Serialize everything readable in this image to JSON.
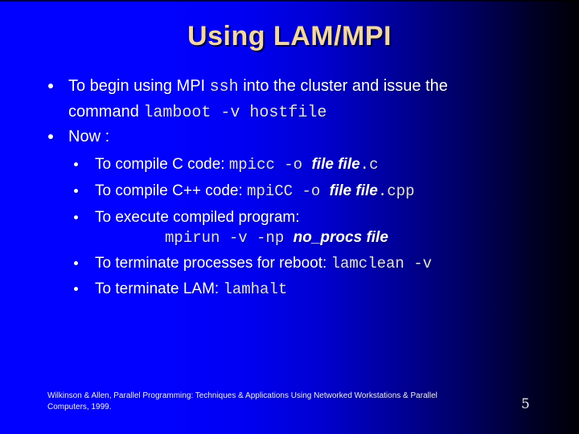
{
  "slide": {
    "title": "Using LAM/MPI",
    "bullets": [
      {
        "level": 1,
        "segments": [
          {
            "t": "To begin using MPI ",
            "style": "text"
          },
          {
            "t": "ssh",
            "style": "mono"
          },
          {
            "t": " into the cluster and issue the command ",
            "style": "text"
          },
          {
            "t": "lamboot -v hostfile",
            "style": "mono"
          }
        ]
      },
      {
        "level": 1,
        "segments": [
          {
            "t": "Now :",
            "style": "text"
          }
        ]
      },
      {
        "level": 2,
        "segments": [
          {
            "t": "To compile C code: ",
            "style": "text"
          },
          {
            "t": "mpicc -o ",
            "style": "mono"
          },
          {
            "t": "file file",
            "style": "file"
          },
          {
            "t": ".c",
            "style": "mono"
          }
        ]
      },
      {
        "level": 2,
        "segments": [
          {
            "t": "To compile C++ code: ",
            "style": "text"
          },
          {
            "t": "mpiCC -o ",
            "style": "mono"
          },
          {
            "t": "file file",
            "style": "file"
          },
          {
            "t": ".cpp",
            "style": "mono"
          }
        ]
      },
      {
        "level": 2,
        "segments": [
          {
            "t": "To execute compiled program:",
            "style": "text"
          }
        ]
      },
      {
        "level": 2,
        "segments": [
          {
            "t": "To terminate processes for reboot: ",
            "style": "text"
          },
          {
            "t": "lamclean -v",
            "style": "mono"
          }
        ]
      },
      {
        "level": 2,
        "segments": [
          {
            "t": "To terminate LAM: ",
            "style": "text"
          },
          {
            "t": "lamhalt",
            "style": "mono"
          }
        ]
      }
    ],
    "code_line": {
      "segments": [
        {
          "t": "mpirun -v -np ",
          "style": "mono"
        },
        {
          "t": "no_procs file",
          "style": "file"
        }
      ]
    },
    "footer": "Wilkinson & Allen, Parallel Programming: Techniques & Applications Using Networked Workstations & Parallel Computers, 1999.",
    "page_number": "5",
    "colors": {
      "background_left": "#0101ff",
      "background_right": "#000006",
      "title_text": "#f2d7a6",
      "body_text": "#ffffff",
      "code_text": "#e2e2e2"
    }
  }
}
